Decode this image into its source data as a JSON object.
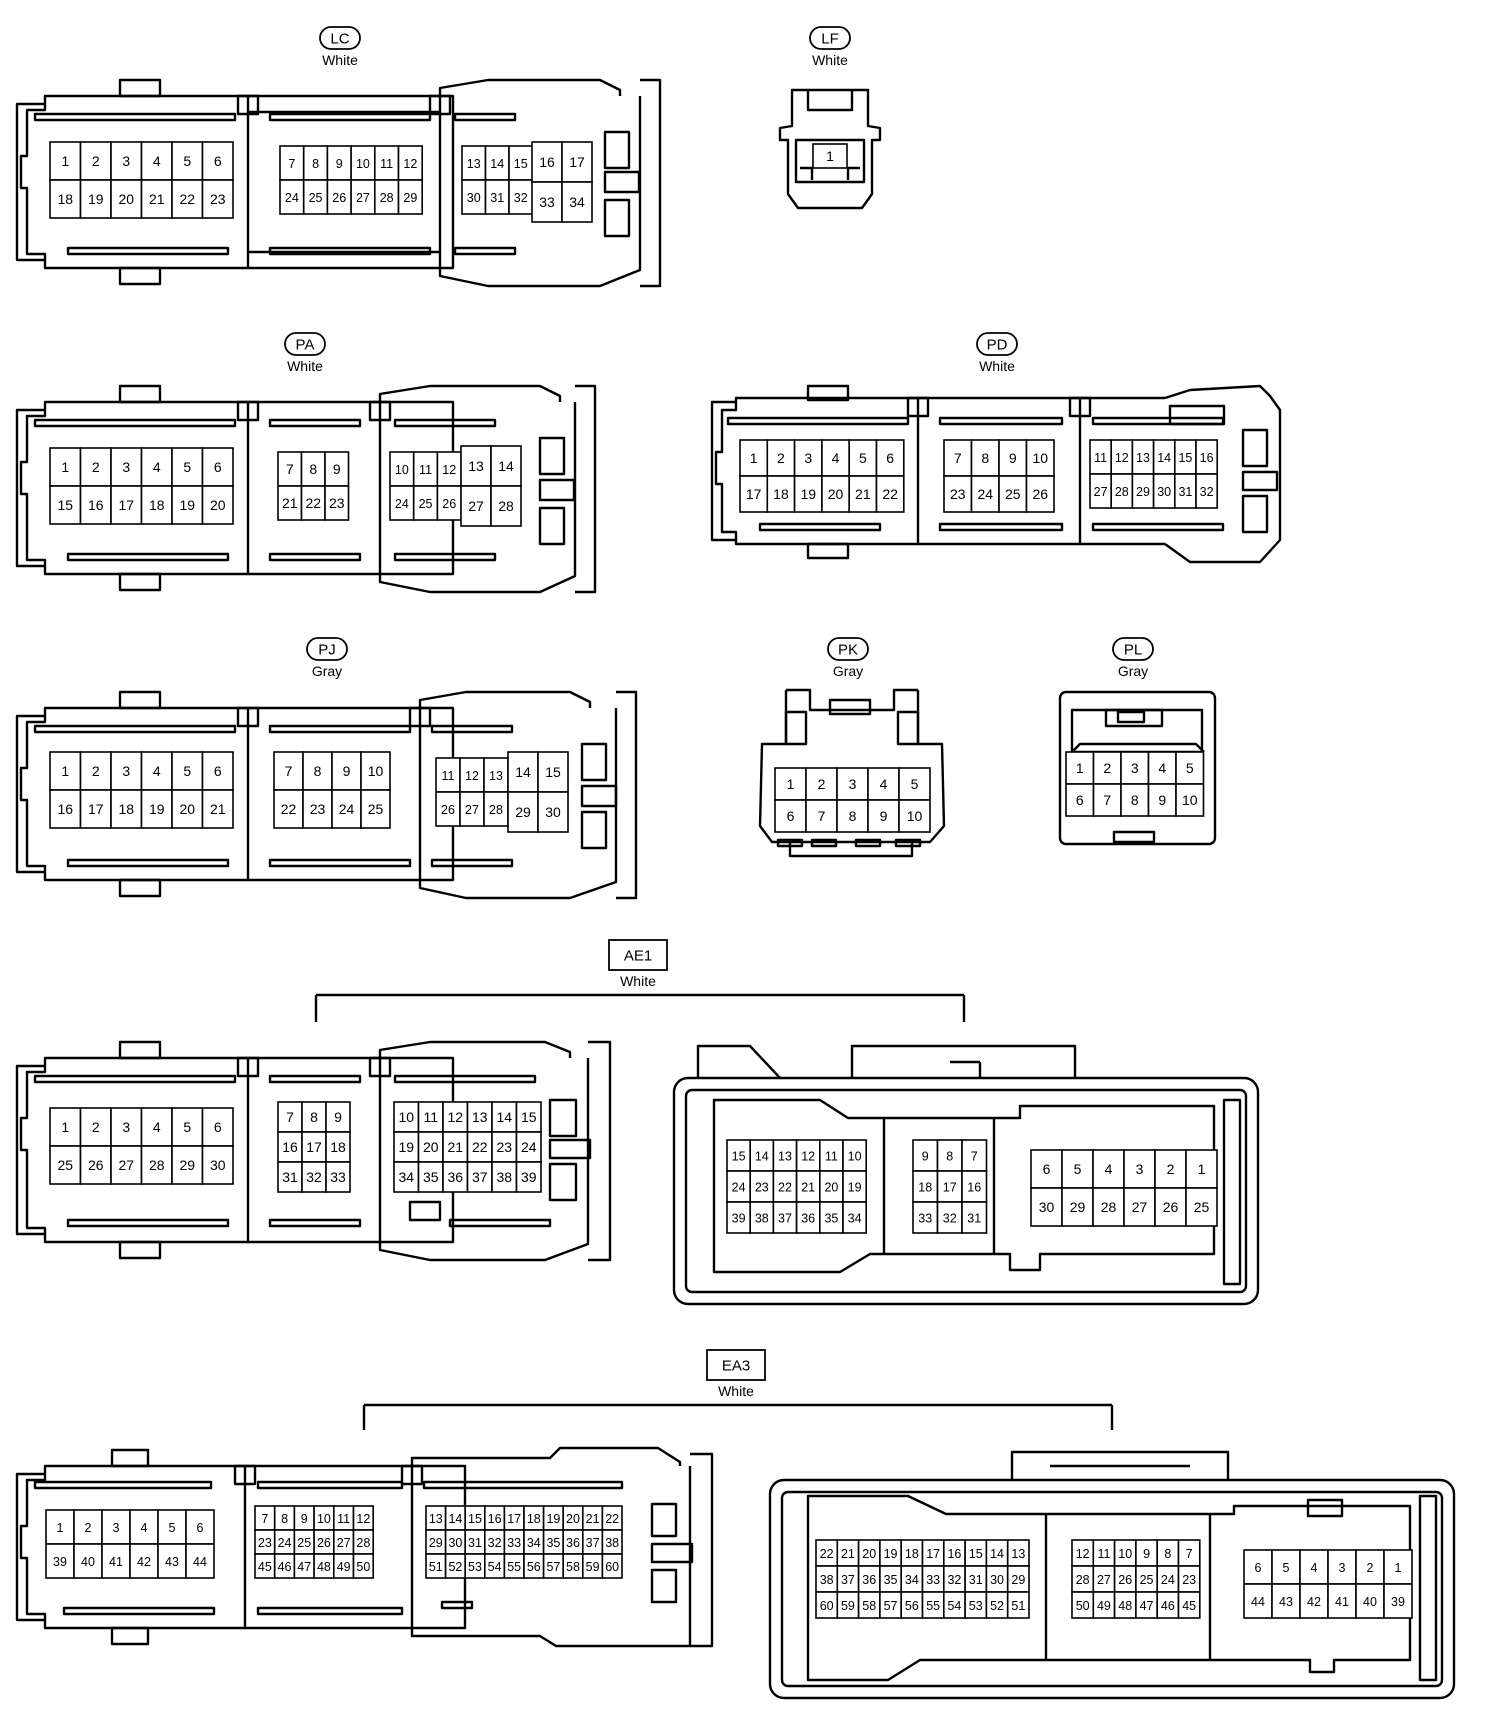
{
  "colors": {
    "line": "#000000",
    "background": "#ffffff"
  },
  "connectors": [
    {
      "id": "LC",
      "label": "LC",
      "color": "White",
      "shape": "pill",
      "pins": [
        "1",
        "2",
        "3",
        "4",
        "5",
        "6",
        "7",
        "8",
        "9",
        "10",
        "11",
        "12",
        "13",
        "14",
        "15",
        "16",
        "17",
        "18",
        "19",
        "20",
        "21",
        "22",
        "23",
        "24",
        "25",
        "26",
        "27",
        "28",
        "29",
        "30",
        "31",
        "32",
        "33",
        "34"
      ]
    },
    {
      "id": "LF",
      "label": "LF",
      "color": "White",
      "shape": "pill",
      "pins": [
        "1"
      ]
    },
    {
      "id": "PA",
      "label": "PA",
      "color": "White",
      "shape": "pill",
      "pins": [
        "1",
        "2",
        "3",
        "4",
        "5",
        "6",
        "7",
        "8",
        "9",
        "10",
        "11",
        "12",
        "13",
        "14",
        "15",
        "16",
        "17",
        "18",
        "19",
        "20",
        "21",
        "22",
        "23",
        "24",
        "25",
        "26",
        "27",
        "28"
      ]
    },
    {
      "id": "PD",
      "label": "PD",
      "color": "White",
      "shape": "pill",
      "pins": [
        "1",
        "2",
        "3",
        "4",
        "5",
        "6",
        "7",
        "8",
        "9",
        "10",
        "11",
        "12",
        "13",
        "14",
        "15",
        "16",
        "17",
        "18",
        "19",
        "20",
        "21",
        "22",
        "23",
        "24",
        "25",
        "26",
        "27",
        "28",
        "29",
        "30",
        "31",
        "32"
      ]
    },
    {
      "id": "PJ",
      "label": "PJ",
      "color": "Gray",
      "shape": "pill",
      "pins": [
        "1",
        "2",
        "3",
        "4",
        "5",
        "6",
        "7",
        "8",
        "9",
        "10",
        "11",
        "12",
        "13",
        "14",
        "15",
        "16",
        "17",
        "18",
        "19",
        "20",
        "21",
        "22",
        "23",
        "24",
        "25",
        "26",
        "27",
        "28",
        "29",
        "30"
      ]
    },
    {
      "id": "PK",
      "label": "PK",
      "color": "Gray",
      "shape": "pill",
      "pins": [
        "1",
        "2",
        "3",
        "4",
        "5",
        "6",
        "7",
        "8",
        "9",
        "10"
      ]
    },
    {
      "id": "PL",
      "label": "PL",
      "color": "Gray",
      "shape": "pill",
      "pins": [
        "1",
        "2",
        "3",
        "4",
        "5",
        "6",
        "7",
        "8",
        "9",
        "10"
      ]
    },
    {
      "id": "AE1",
      "label": "AE1",
      "color": "White",
      "shape": "box",
      "pins": [
        "1",
        "2",
        "3",
        "4",
        "5",
        "6",
        "7",
        "8",
        "9",
        "10",
        "11",
        "12",
        "13",
        "14",
        "15",
        "16",
        "17",
        "18",
        "19",
        "20",
        "21",
        "22",
        "23",
        "24",
        "25",
        "26",
        "27",
        "28",
        "29",
        "30",
        "31",
        "32",
        "33",
        "34",
        "35",
        "36",
        "37",
        "38",
        "39"
      ]
    },
    {
      "id": "EA3",
      "label": "EA3",
      "color": "White",
      "shape": "box",
      "pins": [
        "1",
        "2",
        "3",
        "4",
        "5",
        "6",
        "7",
        "8",
        "9",
        "10",
        "11",
        "12",
        "13",
        "14",
        "15",
        "16",
        "17",
        "18",
        "19",
        "20",
        "21",
        "22",
        "23",
        "24",
        "25",
        "26",
        "27",
        "28",
        "29",
        "30",
        "31",
        "32",
        "33",
        "34",
        "35",
        "36",
        "37",
        "38",
        "39",
        "40",
        "41",
        "42",
        "43",
        "44",
        "45",
        "46",
        "47",
        "48",
        "49",
        "50",
        "51",
        "52",
        "53",
        "54",
        "55",
        "56",
        "57",
        "58",
        "59",
        "60"
      ]
    }
  ]
}
